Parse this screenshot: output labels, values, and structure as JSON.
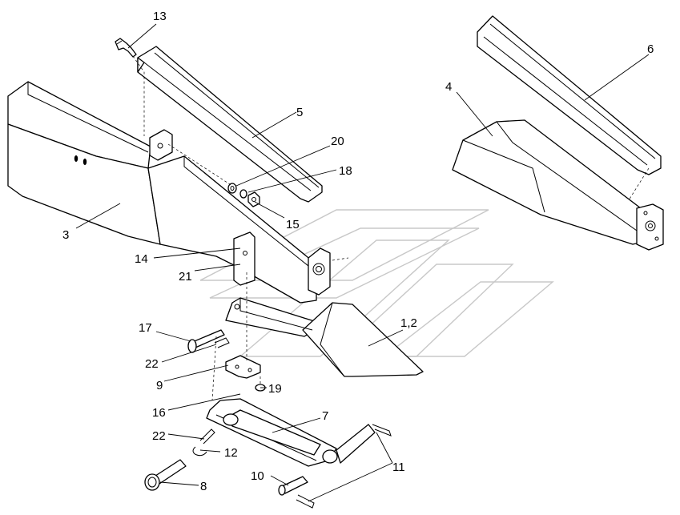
{
  "diagram": {
    "callouts": [
      {
        "id": "c13",
        "text": "13"
      },
      {
        "id": "c5",
        "text": "5"
      },
      {
        "id": "c20",
        "text": "20"
      },
      {
        "id": "c18",
        "text": "18"
      },
      {
        "id": "c15",
        "text": "15"
      },
      {
        "id": "c3",
        "text": "3"
      },
      {
        "id": "c14",
        "text": "14"
      },
      {
        "id": "c21",
        "text": "21"
      },
      {
        "id": "c6",
        "text": "6"
      },
      {
        "id": "c4",
        "text": "4"
      },
      {
        "id": "c12b",
        "text": "1,2"
      },
      {
        "id": "c17",
        "text": "17"
      },
      {
        "id": "c22a",
        "text": "22"
      },
      {
        "id": "c9",
        "text": "9"
      },
      {
        "id": "c19",
        "text": "19"
      },
      {
        "id": "c16",
        "text": "16"
      },
      {
        "id": "c7",
        "text": "7"
      },
      {
        "id": "c22b",
        "text": "22"
      },
      {
        "id": "c12",
        "text": "12"
      },
      {
        "id": "c8",
        "text": "8"
      },
      {
        "id": "c10",
        "text": "10"
      },
      {
        "id": "c11",
        "text": "11"
      }
    ]
  }
}
